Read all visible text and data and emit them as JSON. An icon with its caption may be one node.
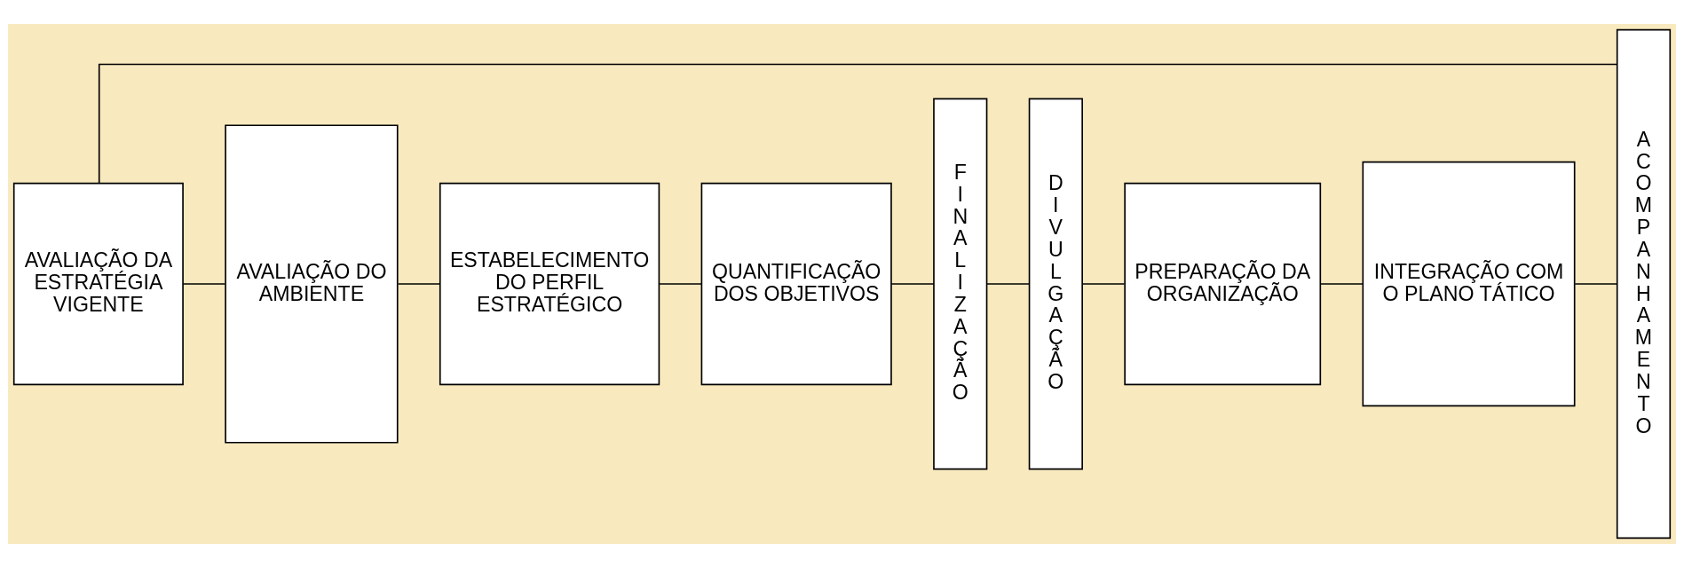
{
  "diagram": {
    "nodes": [
      {
        "text": [
          "AVALIAÇÃO DA ESTRATÉGIA VIGENTE"
        ]
      },
      {
        "text": [
          "AVALIAÇÃO DO AMBIENTE"
        ]
      },
      {
        "text": [
          "ESTABELECIMENTO DO PERFIL ESTRATÉGICO"
        ]
      },
      {
        "text": [
          "QUANTIFICAÇÃO DOS OBJETIVOS"
        ]
      },
      {
        "text": [
          "FINALIZAÇÃO"
        ]
      },
      {
        "text": [
          "DIVULGAÇÃO"
        ]
      },
      {
        "text": [
          "PREPARAÇÃO DA ORGANIZAÇÃO"
        ]
      },
      {
        "text": [
          "INTEGRAÇÃO COM O PLANO TÁTICO"
        ]
      },
      {
        "text": [
          "ACOMPANHAMENTO"
        ]
      }
    ],
    "edges": [
      {
        "from": 0,
        "to": 1,
        "arrow": "none"
      },
      {
        "from": 1,
        "to": 2,
        "arrow": "none"
      },
      {
        "from": 2,
        "to": 3,
        "arrow": "none"
      },
      {
        "from": 3,
        "to": 4,
        "arrow": "none"
      },
      {
        "from": 4,
        "to": 5,
        "arrow": "none"
      },
      {
        "from": 5,
        "to": 6,
        "arrow": "none"
      },
      {
        "from": 6,
        "to": 7,
        "arrow": "none"
      },
      {
        "from": 7,
        "to": 8,
        "arrow": "none"
      },
      {
        "from": 8,
        "to": 0,
        "arrow": "none"
      }
    ]
  }
}
